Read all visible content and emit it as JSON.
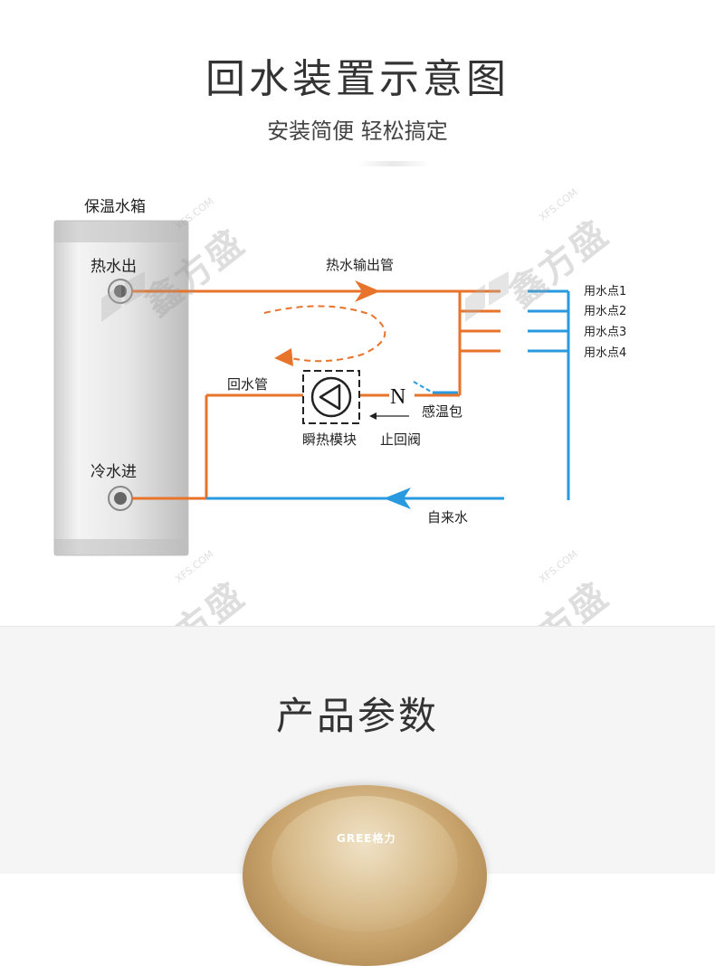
{
  "header": {
    "title": "回水装置示意图",
    "subtitle": "安装简便 轻松搞定"
  },
  "diagram": {
    "tank_label": "保温水箱",
    "hot_out_label": "热水出",
    "cold_in_label": "冷水进",
    "hot_pipe_label": "热水输出管",
    "return_pipe_label": "回水管",
    "pump_label": "瞬热模块",
    "check_valve_label": "止回阀",
    "check_valve_symbol": "N",
    "sensor_label": "感温包",
    "tap_water_label": "自来水",
    "points": [
      "用水点1",
      "用水点2",
      "用水点3",
      "用水点4"
    ],
    "colors": {
      "hot": "#e8732a",
      "cold": "#2a9ae0",
      "tank": "#dcdcdc"
    }
  },
  "watermark": {
    "text": "鑫方盛",
    "url": "XFS.COM"
  },
  "section": {
    "title": "产品参数"
  },
  "product": {
    "brand": "GREE格力"
  }
}
